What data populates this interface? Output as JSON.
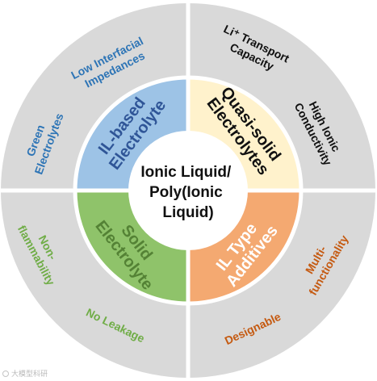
{
  "center": {
    "lines": [
      "Ionic Liquid/",
      "Poly(Ionic",
      "Liquid)"
    ]
  },
  "inner_sectors": [
    {
      "id": "il-based",
      "lines": [
        "IL-based",
        "Electrolyte"
      ],
      "fill": "#9dc3e6",
      "text_color": "#2f5597"
    },
    {
      "id": "quasi-solid",
      "lines": [
        "Quasi-solid",
        "Electrolytes"
      ],
      "fill": "#fff2cc",
      "text_color": "#111111"
    },
    {
      "id": "il-type",
      "lines": [
        "IL Type",
        "Additives"
      ],
      "fill": "#f4a971",
      "text_color": "#ffffff"
    },
    {
      "id": "solid",
      "lines": [
        "Solid",
        "Electrolyte"
      ],
      "fill": "#8fc36a",
      "text_color": "#548235"
    }
  ],
  "outer_labels": {
    "il_based": [
      {
        "id": "low-interfacial",
        "lines": [
          "Low Interfacial",
          "Impedances"
        ],
        "color": "#2e75b6"
      },
      {
        "id": "green",
        "lines": [
          "Green",
          "Electrolytes"
        ],
        "color": "#2e75b6"
      }
    ],
    "quasi_solid": [
      {
        "id": "li-transport",
        "lines": [
          "Li⁺ Transport",
          "Capacity"
        ],
        "color": "#111111"
      },
      {
        "id": "high-ionic",
        "lines": [
          "High Ionic",
          "Conductivity"
        ],
        "color": "#111111"
      }
    ],
    "il_type": [
      {
        "id": "multi-functionality",
        "lines": [
          "Multi-",
          "functionality"
        ],
        "color": "#c55a11"
      },
      {
        "id": "designable",
        "lines": [
          "Designable"
        ],
        "color": "#c55a11"
      }
    ],
    "solid": [
      {
        "id": "non-flammability",
        "lines": [
          "Non-",
          "flammability"
        ],
        "color": "#70ad47"
      },
      {
        "id": "no-leakage",
        "lines": [
          "No Leakage"
        ],
        "color": "#70ad47"
      }
    ]
  },
  "colors": {
    "outer_ring": "#d9d9d9",
    "separator": "#ffffff",
    "center_fill": "#ffffff"
  },
  "watermark": "大模型科研"
}
